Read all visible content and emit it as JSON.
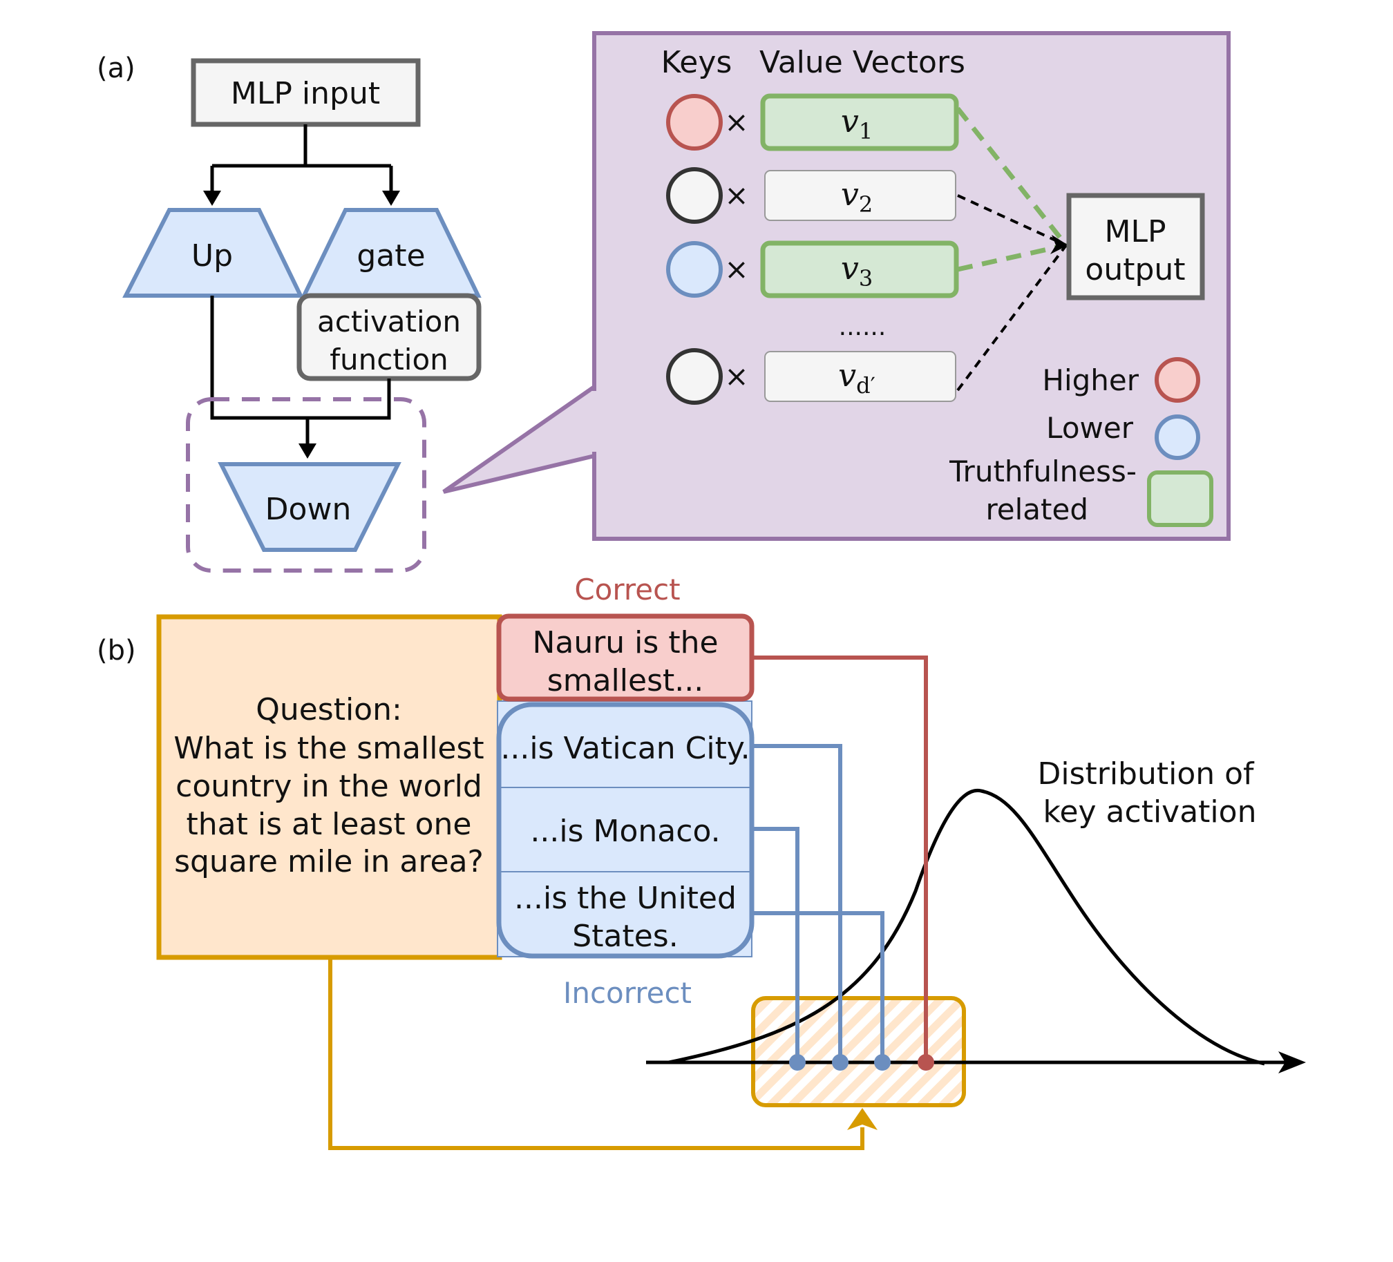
{
  "panel_a": {
    "label": "(a)",
    "mlp_input": "MLP input",
    "up": "Up",
    "gate": "gate",
    "activation_line1": "activation",
    "activation_line2": "function",
    "down": "Down",
    "keys_header": "Keys",
    "values_header": "Value Vectors",
    "times": "×",
    "vectors": [
      {
        "base": "v",
        "sub": "1",
        "key": "higher",
        "truthful": true
      },
      {
        "base": "v",
        "sub": "2",
        "key": "neutral",
        "truthful": false
      },
      {
        "base": "v",
        "sub": "3",
        "key": "lower",
        "truthful": true
      },
      {
        "base": "v",
        "sub": "d′",
        "key": "neutral",
        "truthful": false
      }
    ],
    "ellipsis": "......",
    "mlp_output_line1": "MLP",
    "mlp_output_line2": "output",
    "legend": {
      "higher": "Higher",
      "lower": "Lower",
      "truthful_line1": "Truthfulness-",
      "truthful_line2": "related"
    }
  },
  "panel_b": {
    "label": "(b)",
    "question_lines": [
      "Question:",
      "What is the smallest",
      "country in the world",
      "that is at least one",
      "square mile in area?"
    ],
    "correct_label": "Correct",
    "correct_lines": [
      "Nauru is the",
      "smallest..."
    ],
    "incorrect_answers": [
      {
        "lines": [
          "...is Vatican City."
        ]
      },
      {
        "lines": [
          "...is Monaco."
        ]
      },
      {
        "lines": [
          "...is the United",
          "States."
        ]
      }
    ],
    "incorrect_label": "Incorrect",
    "distribution_lines": [
      "Distribution of",
      "key activation"
    ]
  },
  "colors": {
    "blue_fill": "#dae8fc",
    "blue_stroke": "#6c8ebf",
    "red_fill": "#f8cecc",
    "red_stroke": "#b85450",
    "green_fill": "#d5e8d4",
    "green_stroke": "#82b366",
    "purple_fill": "#e1d5e7",
    "purple_stroke": "#9673a6",
    "orange_fill": "#ffe6cc",
    "orange_stroke": "#d79b00",
    "gray_fill": "#f5f5f5",
    "gray_stroke": "#666666"
  }
}
